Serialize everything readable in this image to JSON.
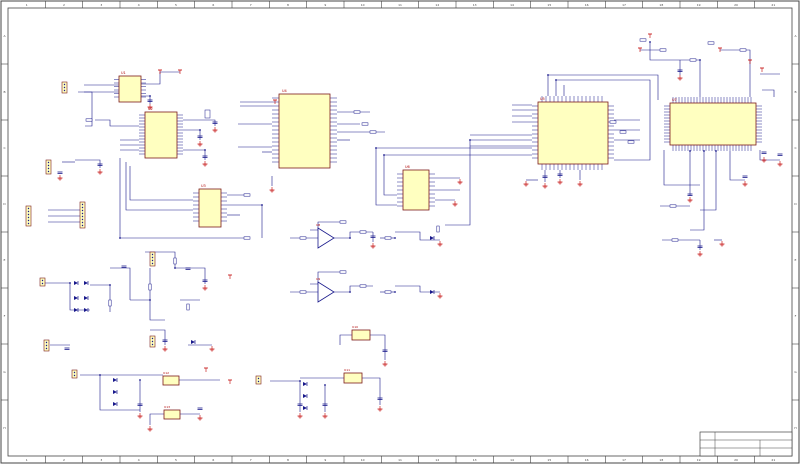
{
  "sheet": {
    "title_block": {
      "rows": [
        "",
        "",
        ""
      ]
    },
    "colors": {
      "ink": "#1a1a8c",
      "wire": "#1a1a8c",
      "chip_fill": "#ffffc0",
      "chip_stroke": "#7a1a1a",
      "pin_text": "#b00000",
      "net_text": "#1a1a8c",
      "power": "#c00000",
      "border": "#444444"
    },
    "zones": {
      "columns": [
        "1",
        "2",
        "3",
        "4",
        "5",
        "6",
        "7",
        "8",
        "9",
        "10",
        "11",
        "12",
        "13",
        "14",
        "15",
        "16",
        "17",
        "18",
        "19",
        "20",
        "21"
      ],
      "rows": [
        "A",
        "B",
        "C",
        "D",
        "E",
        "F",
        "G",
        "H"
      ]
    }
  },
  "components": {
    "u_usb": {
      "ref": "U1",
      "name": ""
    },
    "u_mcu": {
      "ref": "U2",
      "name": ""
    },
    "u_logic": {
      "ref": "U3",
      "name": ""
    },
    "u_mem": {
      "ref": "U4",
      "name": ""
    },
    "u_fpga": {
      "ref": "U5",
      "name": ""
    },
    "u_buf": {
      "ref": "U6",
      "name": ""
    },
    "u_adc": {
      "ref": "U7",
      "name": ""
    },
    "u_op1": {
      "ref": "U8",
      "name": ""
    },
    "u_op2": {
      "ref": "U9",
      "name": ""
    },
    "u_reg1": {
      "ref": "U10",
      "name": ""
    },
    "u_reg2": {
      "ref": "U11",
      "name": ""
    },
    "u_reg3": {
      "ref": "U12",
      "name": ""
    },
    "u_reg4": {
      "ref": "U13",
      "name": ""
    }
  },
  "icons": {
    "ground": "ground-icon",
    "power": "power-flag-icon",
    "capacitor": "capacitor-icon",
    "resistor": "resistor-icon",
    "diode": "diode-icon",
    "connector": "connector-icon",
    "opamp": "op-amp-icon"
  }
}
